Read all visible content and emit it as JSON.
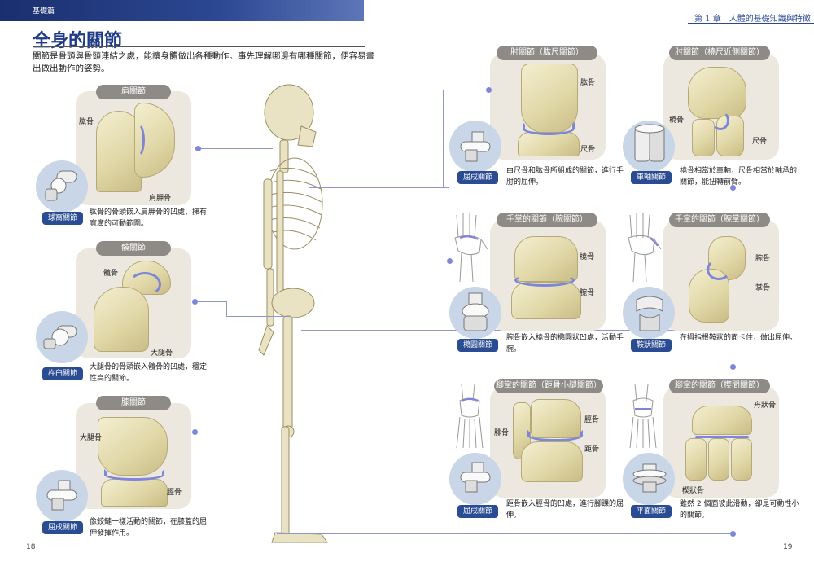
{
  "header": {
    "section": "基礎篇",
    "chapter": "第 1 章　人體的基礎知識與特徵"
  },
  "title": "全身的關節",
  "intro": "關節是骨頭與骨頭連結之處，能讓身體做出各種動作。事先理解哪邊有哪種關節，便容易畫出做出動作的姿勢。",
  "left_cards": [
    {
      "header": "肩關節",
      "labels": [
        "肱骨",
        "肩胛骨"
      ],
      "type": "球窩關節",
      "desc": "肱骨的骨頭嵌入肩胛骨的凹處，擁有寬廣的可動範圍。"
    },
    {
      "header": "髖關節",
      "labels": [
        "髖骨",
        "大腿骨"
      ],
      "type": "杵臼關節",
      "desc": "大腿骨的骨頭嵌入髖骨的凹處，穩定性高的關節。"
    },
    {
      "header": "膝關節",
      "labels": [
        "大腿骨",
        "脛骨"
      ],
      "type": "屈戌關節",
      "desc": "像鉸鏈一樣活動的關節，在膝蓋的屈伸發揮作用。"
    }
  ],
  "right_cards": [
    {
      "header": "肘關節（肱尺關節）",
      "labels": [
        "肱骨",
        "尺骨"
      ],
      "type": "屈戌關節",
      "desc": "由尺骨和肱骨所組成的關節，進行手肘的屈伸。"
    },
    {
      "header": "肘關節（橈尺近側關節）",
      "labels": [
        "橈骨",
        "尺骨"
      ],
      "type": "車軸關節",
      "desc": "橈骨相當於車軸，尺骨相當於軸承的關節，能扭轉前臂。"
    },
    {
      "header": "手掌的關節（腕關節）",
      "labels": [
        "橈骨",
        "腕骨"
      ],
      "type": "橢圓關節",
      "desc": "腕骨嵌入橈骨的橢圓狀凹處，活動手腕。"
    },
    {
      "header": "手掌的關節（腕掌關節）",
      "labels": [
        "腕骨",
        "掌骨"
      ],
      "type": "鞍狀關節",
      "desc": "在拇指根鞍狀的面卡住，做出屈伸。"
    },
    {
      "header": "腳掌的關節（距骨小腿關節）",
      "labels": [
        "腓骨",
        "脛骨",
        "距骨"
      ],
      "type": "屈戌關節",
      "desc": "距骨嵌入脛骨的凹處，進行腳踝的屈伸。"
    },
    {
      "header": "腳掌的關節（楔間關節）",
      "labels": [
        "舟狀骨",
        "楔狀骨"
      ],
      "type": "平面關節",
      "desc": "雖然 2 個面彼此滑動，卻是可動性小的關節。"
    }
  ],
  "page_numbers": {
    "left": "18",
    "right": "19"
  },
  "colors": {
    "accent": "#1f3b86",
    "badge": "#2a4c92",
    "cartilage": "#7d86d9",
    "card": "#ece7df"
  }
}
